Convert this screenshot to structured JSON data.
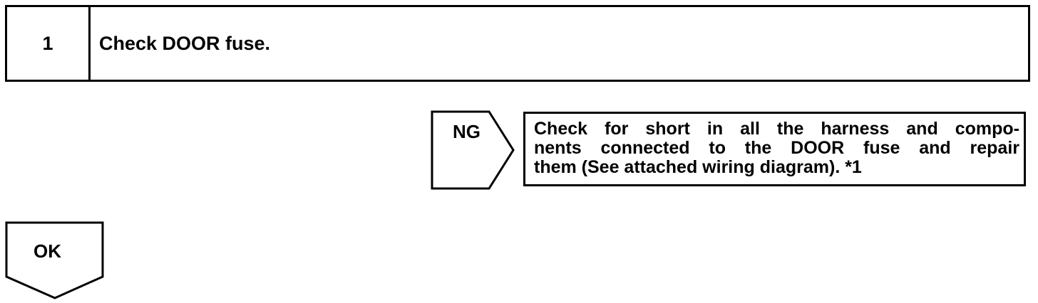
{
  "step": {
    "number": "1",
    "title": "Check DOOR fuse."
  },
  "ng_branch": {
    "label": "NG",
    "action_lines": [
      "Check for short in all the harness and compo-",
      "nents connected to the DOOR fuse and repair",
      "them (See attached wiring diagram). *1"
    ]
  },
  "ok_branch": {
    "label": "OK"
  }
}
